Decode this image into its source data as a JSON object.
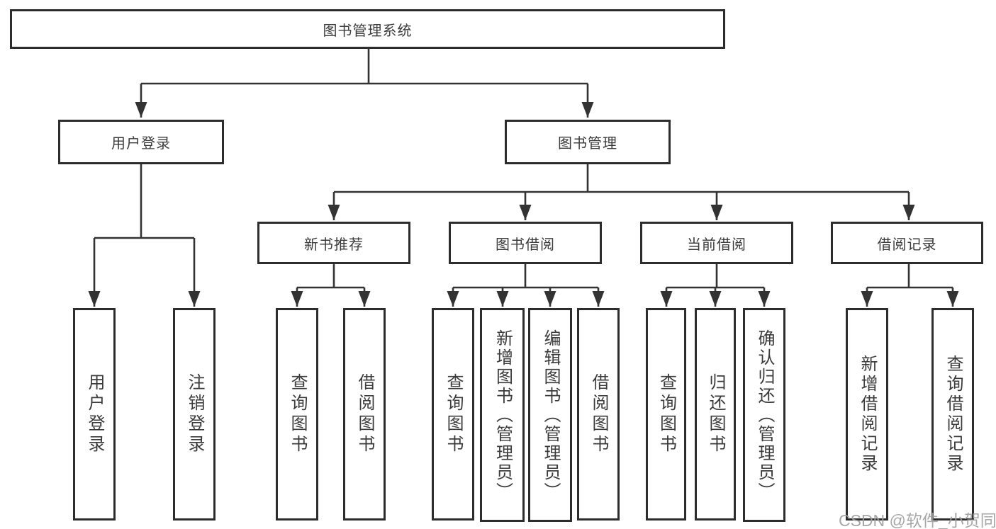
{
  "diagram": {
    "root": {
      "label": "图书管理系统"
    },
    "level2": {
      "user_login": {
        "label": "用户登录"
      },
      "book_management": {
        "label": "图书管理"
      }
    },
    "level3": {
      "new_book_recommend": {
        "label": "新书推荐"
      },
      "book_borrow": {
        "label": "图书借阅"
      },
      "current_borrow": {
        "label": "当前借阅"
      },
      "borrow_records": {
        "label": "借阅记录"
      }
    },
    "leaves": {
      "user_login": "用户登录",
      "logout": "注销登录",
      "nb_query_books": "查询图书",
      "nb_borrow_books": "借阅图书",
      "bb_query_books": "查询图书",
      "bb_add_books": "新增图书（管理员）",
      "bb_edit_books": "编辑图书（管理员）",
      "bb_borrow_books": "借阅图书",
      "cb_query_books": "查询图书",
      "cb_return_books": "归还图书",
      "cb_confirm_return": "确认归还（管理员）",
      "br_add_record": "新增借阅记录",
      "br_query_record": "查询借阅记录"
    },
    "colors": {
      "line": "#333333",
      "box_border": "#2d2d2d",
      "text": "#3b3b3b",
      "watermark": "#a0a0a0",
      "background": "#ffffff"
    }
  },
  "watermark": {
    "text": "CSDN @软件_小贺同学"
  }
}
